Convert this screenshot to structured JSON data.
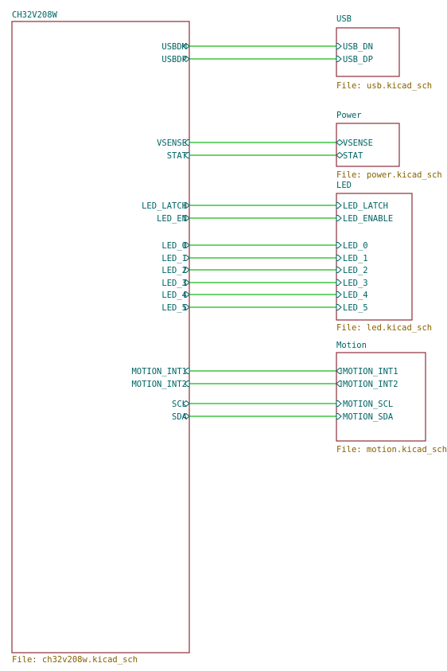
{
  "main_sheet": {
    "title": "CH32V208W",
    "file": "File: ch32v208w.kicad_sch",
    "pins": [
      {
        "label": "USBDM",
        "shape": "bidi"
      },
      {
        "label": "USBDP",
        "shape": "bidi"
      },
      {
        "label": "VSENSE",
        "shape": "in"
      },
      {
        "label": "STAT",
        "shape": "in"
      },
      {
        "label": "LED_LATCH",
        "shape": "out"
      },
      {
        "label": "LED_EN",
        "shape": "out"
      },
      {
        "label": "LED_0",
        "shape": "out"
      },
      {
        "label": "LED_1",
        "shape": "out"
      },
      {
        "label": "LED_2",
        "shape": "out"
      },
      {
        "label": "LED_3",
        "shape": "out"
      },
      {
        "label": "LED_4",
        "shape": "out"
      },
      {
        "label": "LED_5",
        "shape": "out"
      },
      {
        "label": "MOTION_INT1",
        "shape": "in"
      },
      {
        "label": "MOTION_INT2",
        "shape": "in"
      },
      {
        "label": "SCL",
        "shape": "bidi"
      },
      {
        "label": "SDA",
        "shape": "bidi"
      }
    ]
  },
  "sub_sheets": [
    {
      "title": "USB",
      "file": "File: usb.kicad_sch",
      "pins": [
        {
          "label": "USB_DN",
          "shape": "in"
        },
        {
          "label": "USB_DP",
          "shape": "in"
        }
      ]
    },
    {
      "title": "Power",
      "file": "File: power.kicad_sch",
      "pins": [
        {
          "label": "VSENSE",
          "shape": "bidi"
        },
        {
          "label": "STAT",
          "shape": "bidi"
        }
      ]
    },
    {
      "title": "LED",
      "file": "File: led.kicad_sch",
      "pins": [
        {
          "label": "LED_LATCH",
          "shape": "in"
        },
        {
          "label": "LED_ENABLE",
          "shape": "in"
        },
        {
          "label": "LED_0",
          "shape": "in"
        },
        {
          "label": "LED_1",
          "shape": "in"
        },
        {
          "label": "LED_2",
          "shape": "in"
        },
        {
          "label": "LED_3",
          "shape": "in"
        },
        {
          "label": "LED_4",
          "shape": "in"
        },
        {
          "label": "LED_5",
          "shape": "in"
        }
      ]
    },
    {
      "title": "Motion",
      "file": "File: motion.kicad_sch",
      "pins": [
        {
          "label": "MOTION_INT1",
          "shape": "out"
        },
        {
          "label": "MOTION_INT2",
          "shape": "out"
        },
        {
          "label": "MOTION_SCL",
          "shape": "in"
        },
        {
          "label": "MOTION_SDA",
          "shape": "in"
        }
      ]
    }
  ],
  "colors": {
    "sheet_border": "#8e2d38",
    "wire": "#3ec43e",
    "label_text": "#006464",
    "file_text": "#846100"
  }
}
